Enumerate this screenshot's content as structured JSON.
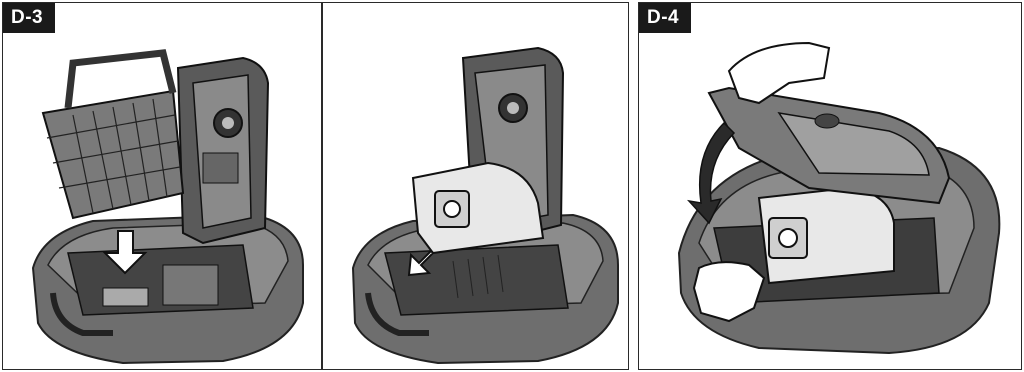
{
  "steps": [
    {
      "label": "D-3",
      "illustration": "remove-basket-and-insert-dustbag"
    },
    {
      "label": "D-4",
      "illustration": "close-lid"
    }
  ]
}
